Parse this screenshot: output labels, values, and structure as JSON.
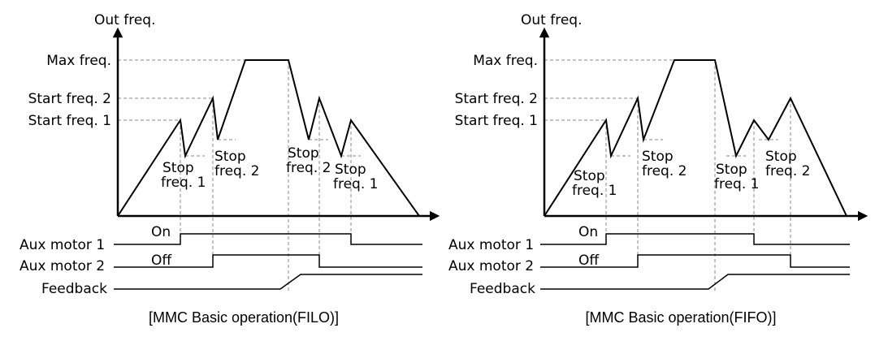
{
  "diagrams": [
    {
      "y_axis_label": "Out freq.",
      "levels": [
        "Max freq.",
        "Start freq. 2",
        "Start freq. 1"
      ],
      "stop_labels": [
        [
          "Stop",
          "freq. 1"
        ],
        [
          "Stop",
          "freq. 2"
        ],
        [
          "Stop",
          "freq. 2"
        ],
        [
          "Stop",
          "freq. 1"
        ]
      ],
      "state_labels": [
        "On",
        "Off"
      ],
      "signals": [
        "Aux motor 1",
        "Aux motor 2",
        "Feedback"
      ],
      "caption": "[MMC Basic operation(FILO)]"
    },
    {
      "y_axis_label": "Out freq.",
      "levels": [
        "Max freq.",
        "Start freq. 2",
        "Start freq. 1"
      ],
      "stop_labels": [
        [
          "Stop",
          "freq. 1"
        ],
        [
          "Stop",
          "freq. 2"
        ],
        [
          "Stop",
          "freq. 1"
        ],
        [
          "Stop",
          "freq. 2"
        ]
      ],
      "state_labels": [
        "On",
        "Off"
      ],
      "signals": [
        "Aux motor 1",
        "Aux motor 2",
        "Feedback"
      ],
      "caption": "[MMC Basic operation(FIFO)]"
    }
  ]
}
